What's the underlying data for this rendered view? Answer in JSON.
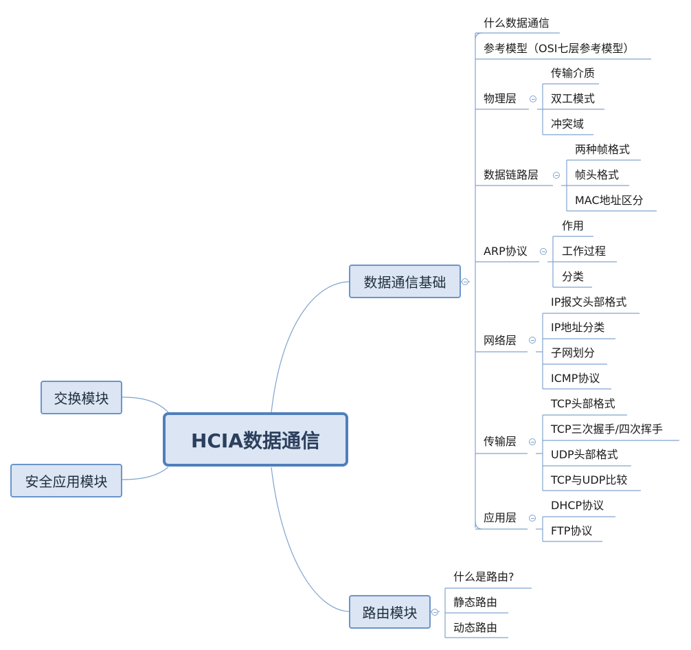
{
  "root": "HCIA数据通信",
  "left": {
    "switch": "交换模块",
    "security": "安全应用模块"
  },
  "basics": {
    "title": "数据通信基础",
    "what": "什么数据通信",
    "model": "参考模型（OSI七层参考模型）",
    "physical": {
      "label": "物理层",
      "items": [
        "传输介质",
        "双工模式",
        "冲突域"
      ]
    },
    "datalink": {
      "label": "数据链路层",
      "items": [
        "两种帧格式",
        "帧头格式",
        "MAC地址区分"
      ]
    },
    "arp": {
      "label": "ARP协议",
      "items": [
        "作用",
        "工作过程",
        "分类"
      ]
    },
    "network": {
      "label": "网络层",
      "items": [
        "IP报文头部格式",
        "IP地址分类",
        "子网划分",
        "ICMP协议"
      ]
    },
    "transport": {
      "label": "传输层",
      "items": [
        "TCP头部格式",
        "TCP三次握手/四次挥手",
        "UDP头部格式",
        "TCP与UDP比较"
      ]
    },
    "application": {
      "label": "应用层",
      "items": [
        "DHCP协议",
        "FTP协议"
      ]
    }
  },
  "routing": {
    "title": "路由模块",
    "items": [
      "什么是路由?",
      "静态路由",
      "动态路由"
    ]
  }
}
